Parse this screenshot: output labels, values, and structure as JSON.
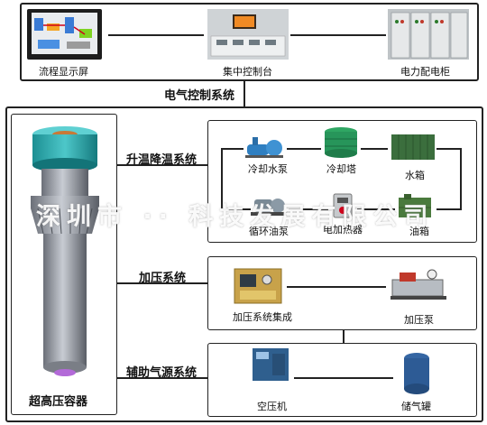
{
  "top_row": {
    "items": [
      {
        "label": "流程显示屏",
        "icon": "flow-display-screen-icon"
      },
      {
        "label": "集中控制台",
        "icon": "central-console-icon"
      },
      {
        "label": "电力配电柜",
        "icon": "distribution-cabinet-icon"
      }
    ],
    "system_label": "电气控制系统"
  },
  "vessel": {
    "label": "超高压容器",
    "icon": "ultra-high-pressure-vessel-icon"
  },
  "systems": [
    {
      "label": "升温降温系统",
      "items": [
        {
          "label": "冷却水泵",
          "icon": "cooling-water-pump-icon"
        },
        {
          "label": "冷却塔",
          "icon": "cooling-tower-icon"
        },
        {
          "label": "水箱",
          "icon": "water-tank-icon"
        },
        {
          "label": "循环油泵",
          "icon": "circulating-oil-pump-icon"
        },
        {
          "label": "电加热器",
          "icon": "electric-heater-icon"
        },
        {
          "label": "油箱",
          "icon": "oil-tank-icon"
        }
      ]
    },
    {
      "label": "加压系统",
      "items": [
        {
          "label": "加压系统集成",
          "icon": "pressurization-integration-icon"
        },
        {
          "label": "加压泵",
          "icon": "pressurization-pump-icon"
        }
      ]
    },
    {
      "label": "辅助气源系统",
      "items": [
        {
          "label": "空压机",
          "icon": "air-compressor-icon"
        },
        {
          "label": "储气罐",
          "icon": "gas-storage-tank-icon"
        }
      ]
    }
  ],
  "watermark": "深圳市 ·· 科技发展有限公司"
}
